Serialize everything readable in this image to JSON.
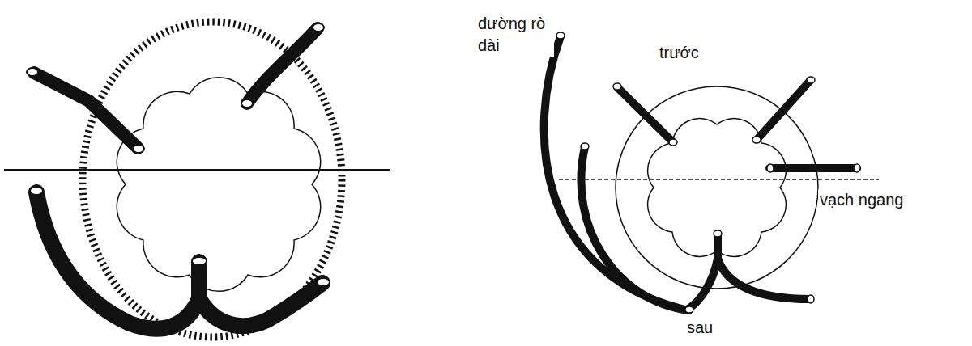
{
  "diagram": {
    "labels": [
      "đường rò dài",
      "trước",
      "vạch ngang",
      "sau"
    ]
  }
}
